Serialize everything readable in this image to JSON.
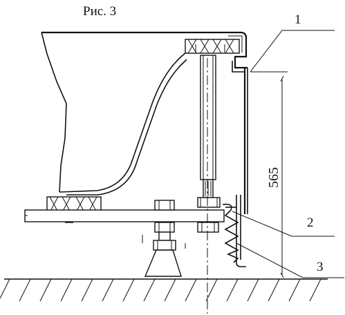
{
  "figure": {
    "title": "Рис. 3",
    "dimension_value": "565",
    "callouts": [
      "1",
      "2",
      "3"
    ]
  }
}
